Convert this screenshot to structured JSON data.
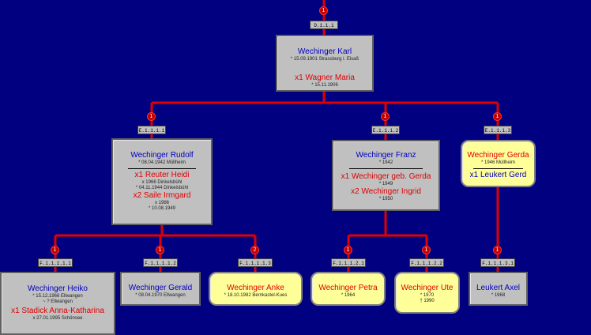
{
  "root": {
    "code": "D.1.1.1",
    "badge": "1",
    "name": "Wechinger Karl",
    "birth": "* 15.09.1901 Strassburg i. Elsaß",
    "spouse1": "x1 Wagner Maria",
    "spouse1_birth": "* 15.11.1906"
  },
  "children": [
    {
      "code": "E.1.1.1.1",
      "badge": "1",
      "name": "Wechinger Rudolf",
      "birth": "* 08.04.1942 Müllheim",
      "spouse1": "x1 Reuter Heidi",
      "spouse1_marriage": "x 1966 Dinkelsbühl",
      "spouse1_birth": "* 04.11.1944 Dinkelsbühl",
      "spouse2": "x2 Saile Irmgard",
      "spouse2_marriage": "x 1986",
      "spouse2_birth": "* 10.08.1949"
    },
    {
      "code": "E.1.1.1.2",
      "badge": "1",
      "name": "Wechinger Franz",
      "birth": "* 1942",
      "spouse1": "x1 Wechinger geb. Gerda",
      "spouse1_birth": "* 1949",
      "spouse2": "x2 Wechinger Ingrid",
      "spouse2_birth": "* 1950"
    },
    {
      "code": "E.1.1.1.3",
      "badge": "1",
      "name": "Wechinger Gerda",
      "birth": "* 1946 Müllheim",
      "spouse1": "x1 Leukert Gerd"
    }
  ],
  "grandchildren": [
    {
      "code": "F.1.1.1.1.1",
      "badge": "1",
      "name": "Wechinger Heiko",
      "birth": "* 15.12.1966 Ellwangen",
      "death": "~ ? Ellwangen",
      "spouse1": "x1 Stadick Anna-Katharina",
      "spouse1_marriage": "x 27.01.1995 Schönsee"
    },
    {
      "code": "F.1.1.1.1.2",
      "badge": "1",
      "name": "Wechinger Gerald",
      "birth": "* 08.04.1970 Ellwangen"
    },
    {
      "code": "F.1.1.1.1.3",
      "badge": "2",
      "name": "Wechinger Anke",
      "birth": "* 18.10.1982 Bernkastel-Kues"
    },
    {
      "code": "F.1.1.1.2.1",
      "badge": "1",
      "name": "Wechinger Petra",
      "birth": "* 1964"
    },
    {
      "code": "F.1.1.1.2.2",
      "badge": "1",
      "name": "Wechinger Ute",
      "birth": "* 1970",
      "death": "† 1990"
    },
    {
      "code": "F.1.1.1.3.1",
      "badge": "1",
      "name": "Leukert Axel",
      "birth": "* 1968"
    }
  ],
  "colors": {
    "background": "#000080",
    "line": "#e00000",
    "male_box": "#c0c0c0",
    "female_box": "#ffff99",
    "name": "#0000c0",
    "spouse": "#e00000"
  }
}
